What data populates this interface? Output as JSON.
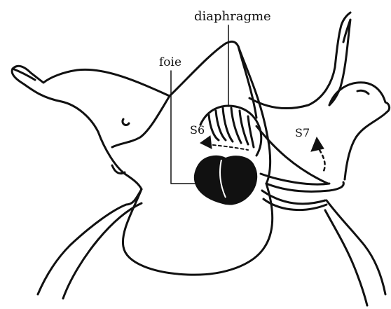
{
  "labels": {
    "diaphragme": "diaphragme",
    "foie": "foie",
    "s6": "S6",
    "s7": "S7"
  },
  "colors": {
    "ink": "#111111",
    "background": "#ffffff"
  }
}
